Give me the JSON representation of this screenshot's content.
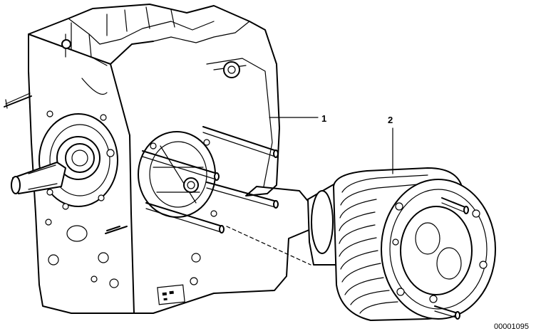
{
  "callouts": [
    {
      "label": "1"
    },
    {
      "label": "2"
    }
  ],
  "diagram_id": "00001095"
}
